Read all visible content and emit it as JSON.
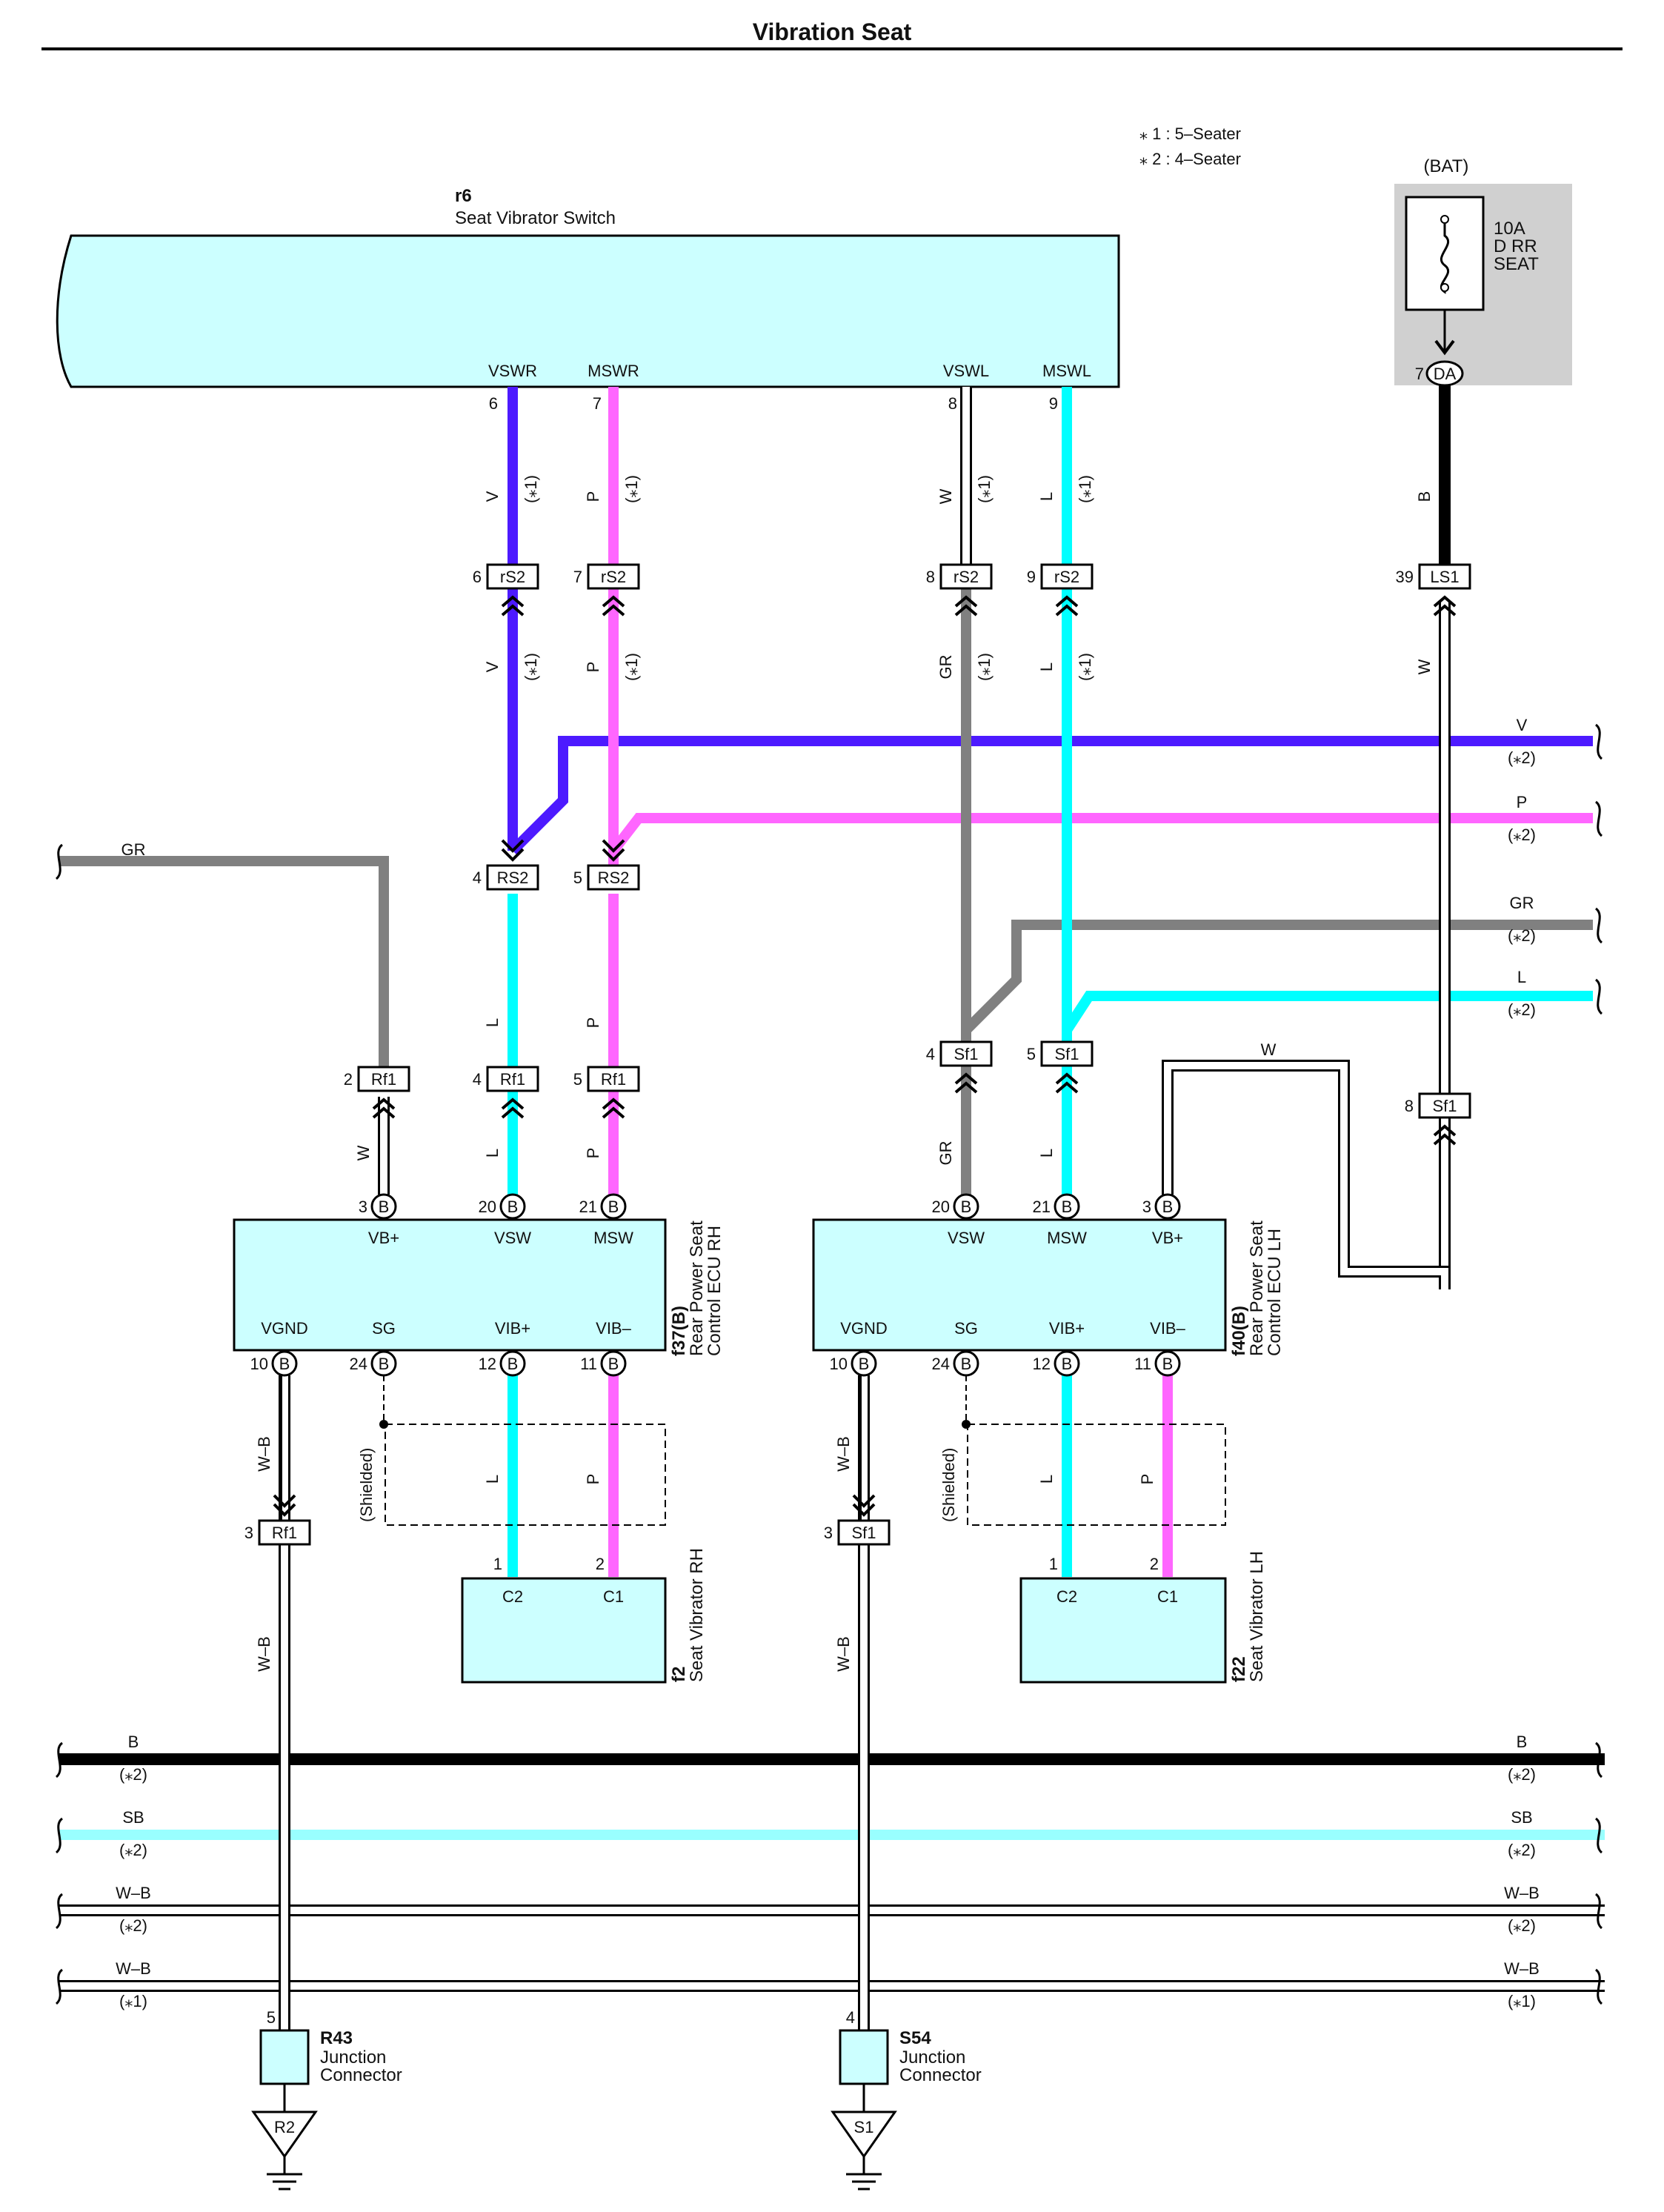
{
  "title": "Vibration Seat",
  "notes": [
    "⁎ 1 : 5–Seater",
    "⁎ 2 : 4–Seater"
  ],
  "note1": "(⁎1)",
  "note2": "(⁎2)",
  "switch": {
    "code": "r6",
    "name": "Seat Vibrator Switch",
    "pins": [
      "VSWR",
      "MSWR",
      "VSWL",
      "MSWL"
    ],
    "pin_numbers": [
      "6",
      "7",
      "8",
      "9"
    ]
  },
  "fuse": {
    "source": "(BAT)",
    "rating": "10A",
    "name1": "D RR",
    "name2": "SEAT",
    "connector": "DA",
    "pin": "7"
  },
  "connectors": {
    "rS2": "rS2",
    "LS1": "LS1",
    "RS2": "RS2",
    "Rf1": "Rf1",
    "Sf1": "Sf1",
    "B": "B",
    "pins": {
      "p2": "2",
      "p3": "3",
      "p4": "4",
      "p5": "5",
      "p6": "6",
      "p7": "7",
      "p8": "8",
      "p9": "9",
      "p10": "10",
      "p11": "11",
      "p12": "12",
      "p20": "20",
      "p21": "21",
      "p24": "24",
      "p39": "39",
      "p1": "1"
    }
  },
  "wires": {
    "V": "V",
    "P": "P",
    "W": "W",
    "L": "L",
    "GR": "GR",
    "B": "B",
    "SB": "SB",
    "WB": "W–B"
  },
  "colors": {
    "V": "#4d1aff",
    "P": "#ff66ff",
    "L": "#00ffff",
    "GR": "#808080",
    "B": "#000000",
    "SB": "#99ffff",
    "W": "#ffffff",
    "box_fill": "#ccffff",
    "fuse_bg": "#d0d0d0"
  },
  "ecu_rh": {
    "code": "f37(B)",
    "name1": "Rear Power Seat",
    "name2": "Control ECU RH",
    "top_pins": [
      "VB+",
      "VSW",
      "MSW"
    ],
    "bottom_pins": [
      "VGND",
      "SG",
      "VIB+",
      "VIB–"
    ]
  },
  "ecu_lh": {
    "code": "f40(B)",
    "name1": "Rear Power Seat",
    "name2": "Control ECU LH",
    "top_pins": [
      "VSW",
      "MSW",
      "VB+"
    ],
    "bottom_pins": [
      "VGND",
      "SG",
      "VIB+",
      "VIB–"
    ]
  },
  "vibrator_rh": {
    "code": "f2",
    "name": "Seat Vibrator RH",
    "pins": [
      "C2",
      "C1"
    ]
  },
  "vibrator_lh": {
    "code": "f22",
    "name": "Seat Vibrator LH",
    "pins": [
      "C2",
      "C1"
    ]
  },
  "shielded": "(Shielded)",
  "junction_r": {
    "code": "R43",
    "name1": "Junction",
    "name2": "Connector",
    "ground": "R2",
    "pin": "5"
  },
  "junction_s": {
    "code": "S54",
    "name1": "Junction",
    "name2": "Connector",
    "ground": "S1",
    "pin": "4"
  }
}
